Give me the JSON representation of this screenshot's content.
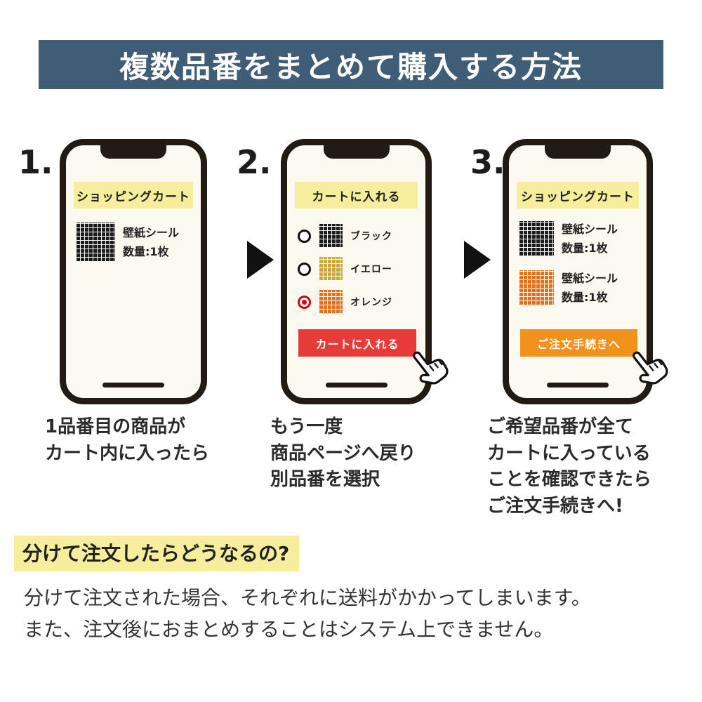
{
  "header": {
    "title": "複数品番をまとめて購入する方法"
  },
  "steps": [
    {
      "number": "1.",
      "phone": {
        "banner": "ショッピングカート",
        "items": [
          {
            "color_name": "black",
            "name": "壁紙シール",
            "qty": "数量:1枚"
          }
        ]
      },
      "caption": "1品番目の商品が\nカート内に入ったら"
    },
    {
      "number": "2.",
      "phone": {
        "banner": "カートに入れる",
        "options": [
          {
            "color_name": "black",
            "label": "ブラック",
            "selected": false
          },
          {
            "color_name": "yellow",
            "label": "イエロー",
            "selected": false
          },
          {
            "color_name": "orange",
            "label": "オレンジ",
            "selected": true
          }
        ],
        "button_label": "カートに入れる"
      },
      "caption": "もう一度\n商品ページへ戻り\n別品番を選択"
    },
    {
      "number": "3.",
      "phone": {
        "banner": "ショッピングカート",
        "items": [
          {
            "color_name": "black",
            "name": "壁紙シール",
            "qty": "数量:1枚"
          },
          {
            "color_name": "orange",
            "name": "壁紙シール",
            "qty": "数量:1枚"
          }
        ],
        "button_label": "ご注文手続きへ"
      },
      "caption": "ご希望品番が全て\nカートに入っている\nことを確認できたら\nご注文手続きへ!"
    }
  ],
  "footer": {
    "heading": "分けて注文したらどうなるの?",
    "body": "分けて注文された場合、それぞれに送料がかかってしまいます。\nまた、注文後におまとめすることはシステム上できません。"
  },
  "colors": {
    "header_bg": "#3f5d77",
    "banner_bg": "#f6ee9d",
    "highlight": "#f6ee9d",
    "button_red": "#e63b36",
    "button_orange": "#f2921d",
    "swatch_black": "#1c1c1c",
    "swatch_yellow": "#c9a83c",
    "swatch_orange": "#e2711d",
    "radio_selected": "#d7000f"
  },
  "icons": {
    "step_arrow": "right-triangle",
    "hand_cursor": "pointing-hand"
  }
}
